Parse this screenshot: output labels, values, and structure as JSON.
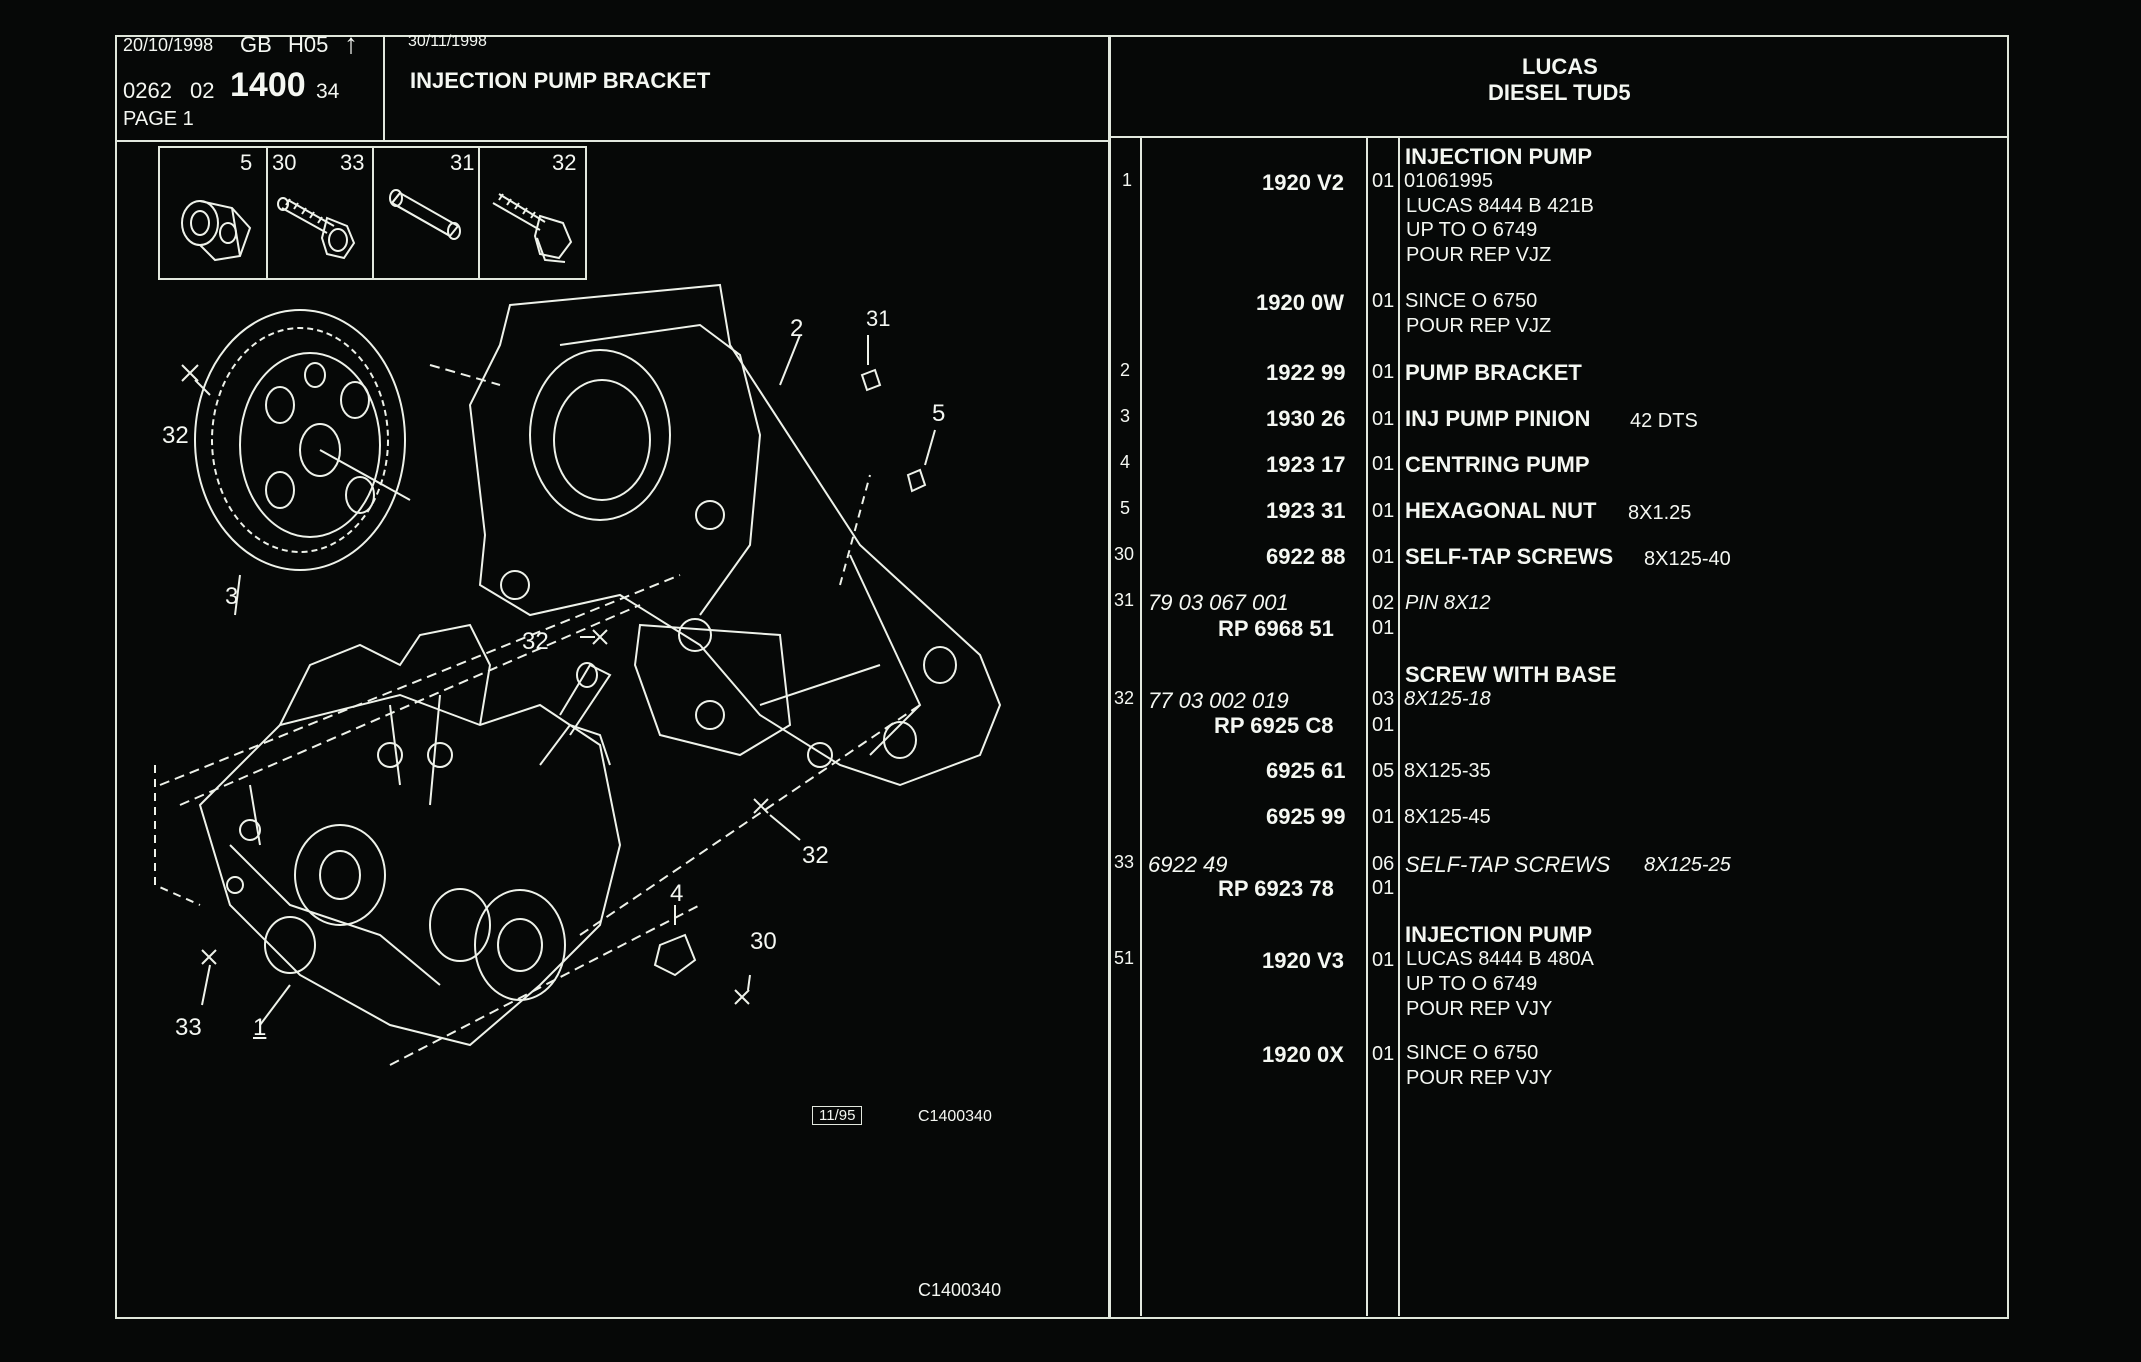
{
  "header": {
    "date_line": "20/10/1998",
    "country": "GB",
    "code": "H05",
    "arrow": "↑",
    "ref_a": "0262",
    "ref_b": "02",
    "ref_main": "1400",
    "ref_c": "34",
    "page": "PAGE 1",
    "date2": "30/11/1998",
    "title": "INJECTION PUMP BRACKET",
    "brand_line1": "LUCAS",
    "brand_line2": "DIESEL TUD5"
  },
  "thumbnails": [
    {
      "labels": [
        "5"
      ],
      "icon": "nut-icon"
    },
    {
      "labels": [
        "30",
        "33"
      ],
      "icon": "screw-icon"
    },
    {
      "labels": [
        "31"
      ],
      "icon": "pin-icon"
    },
    {
      "labels": [
        "32"
      ],
      "icon": "screw-with-base-icon"
    }
  ],
  "callouts": [
    "2",
    "31",
    "5",
    "32",
    "3",
    "32",
    "32",
    "4",
    "30",
    "33",
    "1"
  ],
  "drawing_refs": {
    "stamp": "11/95",
    "code1": "C1400340",
    "code2": "C1400340"
  },
  "parts": [
    {
      "ref": "1",
      "part_no": "1920 V2",
      "alt_no": "",
      "qty": "01",
      "desc": "INJECTION PUMP",
      "notes": [
        "01061995",
        "LUCAS 8444 B 421B",
        "UP TO O 6749",
        "POUR REP VJZ"
      ]
    },
    {
      "ref": "",
      "part_no": "1920 0W",
      "alt_no": "",
      "qty": "01",
      "desc": "SINCE O 6750",
      "notes": [
        "POUR REP VJZ"
      ]
    },
    {
      "ref": "2",
      "part_no": "1922 99",
      "alt_no": "",
      "qty": "01",
      "desc": "PUMP BRACKET",
      "notes": []
    },
    {
      "ref": "3",
      "part_no": "1930 26",
      "alt_no": "",
      "qty": "01",
      "desc": "INJ PUMP PINION",
      "desc_small": "42 DTS",
      "notes": []
    },
    {
      "ref": "4",
      "part_no": "1923 17",
      "alt_no": "",
      "qty": "01",
      "desc": "CENTRING PUMP",
      "notes": []
    },
    {
      "ref": "5",
      "part_no": "1923 31",
      "alt_no": "",
      "qty": "01",
      "desc": "HEXAGONAL NUT",
      "desc_small": "8X1.25",
      "notes": []
    },
    {
      "ref": "30",
      "part_no": "6922 88",
      "alt_no": "",
      "qty": "01",
      "desc": "SELF-TAP SCREWS",
      "desc_small": "8X125-40",
      "notes": []
    },
    {
      "ref": "31",
      "part_no": "RP  6968 51",
      "alt_no": "79 03 067 001",
      "qty": "02",
      "qty2": "01",
      "desc": "PIN 8X12",
      "notes": []
    },
    {
      "ref": "",
      "part_no": "",
      "alt_no": "",
      "qty": "",
      "desc": "SCREW WITH BASE",
      "notes": []
    },
    {
      "ref": "32",
      "part_no": "RP  6925 C8",
      "alt_no": "77 03 002 019",
      "qty": "03",
      "qty2": "01",
      "desc": "8X125-18",
      "notes": []
    },
    {
      "ref": "",
      "part_no": "6925 61",
      "alt_no": "",
      "qty": "05",
      "desc": "8X125-35",
      "notes": []
    },
    {
      "ref": "",
      "part_no": "6925 99",
      "alt_no": "",
      "qty": "01",
      "desc": "8X125-45",
      "notes": []
    },
    {
      "ref": "33",
      "part_no": "RP  6923 78",
      "alt_no": "6922 49",
      "qty": "06",
      "qty2": "01",
      "desc": "SELF-TAP SCREWS",
      "desc_small": "8X125-25",
      "notes": []
    },
    {
      "ref": "",
      "part_no": "",
      "alt_no": "",
      "qty": "",
      "desc": "INJECTION PUMP",
      "notes": []
    },
    {
      "ref": "51",
      "part_no": "1920 V3",
      "alt_no": "",
      "qty": "01",
      "desc": "LUCAS 8444 B 480A",
      "notes": [
        "UP TO O 6749",
        "POUR REP VJY"
      ]
    },
    {
      "ref": "",
      "part_no": "1920 0X",
      "alt_no": "",
      "qty": "01",
      "desc": "SINCE O 6750",
      "notes": [
        "POUR REP VJY"
      ]
    }
  ]
}
